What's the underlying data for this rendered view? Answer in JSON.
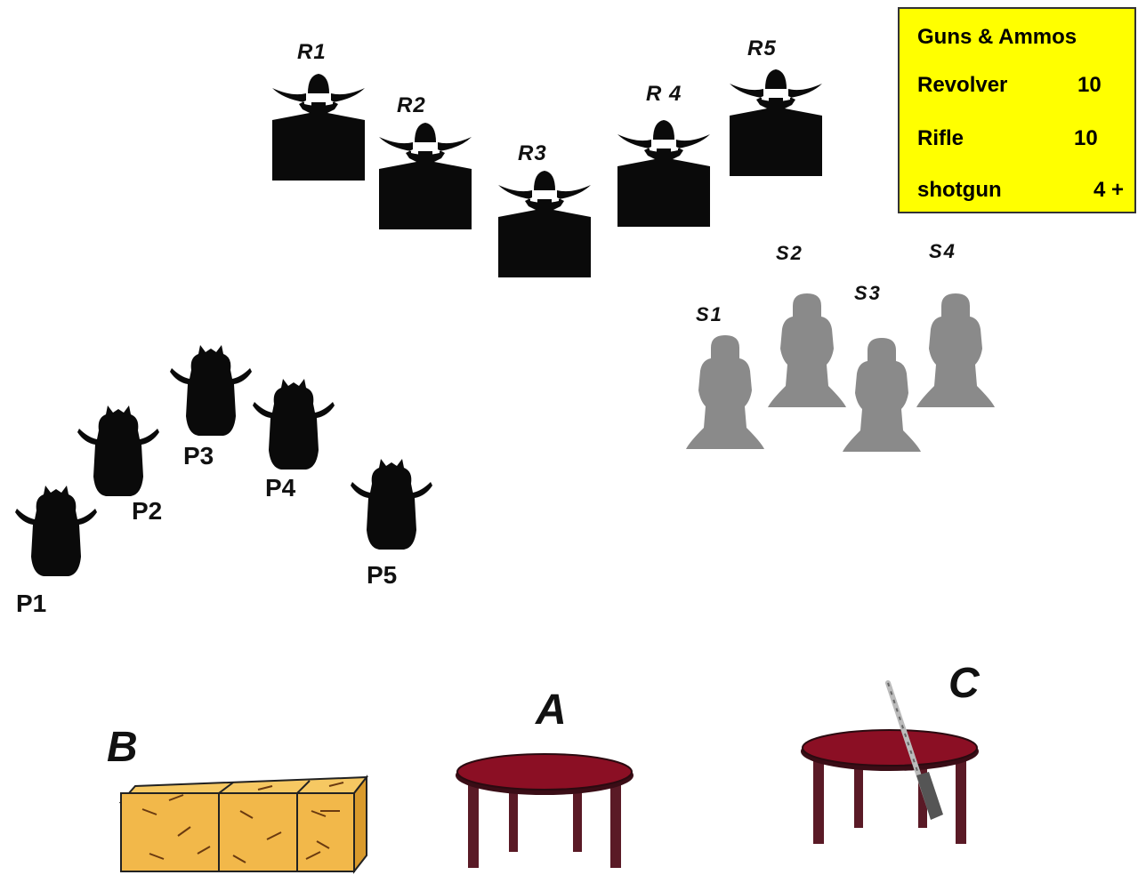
{
  "ammo_table": {
    "title": "Guns & Ammos",
    "rows": [
      {
        "name": "Revolver",
        "qty": "10"
      },
      {
        "name": "Rifle",
        "qty": "10"
      },
      {
        "name": "shotgun",
        "qty": "4 +"
      }
    ]
  },
  "rifle_targets": [
    "R1",
    "R2",
    "R3",
    "R 4",
    "R5"
  ],
  "steel_targets": [
    "S1",
    "S2",
    "S3",
    "S4"
  ],
  "pistol_targets": [
    "P1",
    "P2",
    "P3",
    "P4",
    "P5"
  ],
  "props": {
    "hay_bale": "B",
    "table_a": "A",
    "table_c": "C"
  },
  "colors": {
    "target_black": "#0a0a0a",
    "steel_gray": "#8a8a8a",
    "table_top": "#8b0f24",
    "table_legs": "#5a1a26",
    "hay": "#f2b84a",
    "ammo_bg": "#ffff00"
  }
}
